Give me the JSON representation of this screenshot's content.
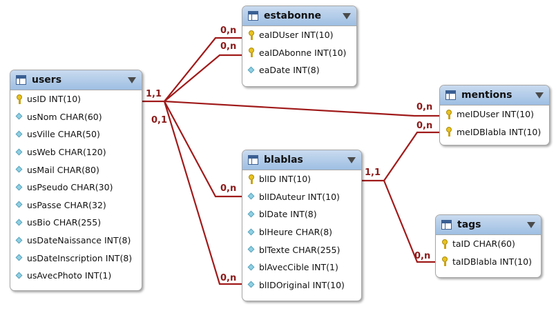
{
  "tables": {
    "users": {
      "name": "users",
      "fields": [
        {
          "text": "usID INT(10)",
          "icon": "key"
        },
        {
          "text": "usNom CHAR(60)",
          "icon": "column"
        },
        {
          "text": "usVille CHAR(50)",
          "icon": "column"
        },
        {
          "text": "usWeb CHAR(120)",
          "icon": "column"
        },
        {
          "text": "usMail CHAR(80)",
          "icon": "column"
        },
        {
          "text": "usPseudo CHAR(30)",
          "icon": "column"
        },
        {
          "text": "usPasse CHAR(32)",
          "icon": "column"
        },
        {
          "text": "usBio CHAR(255)",
          "icon": "column"
        },
        {
          "text": "usDateNaissance INT(8)",
          "icon": "column"
        },
        {
          "text": "usDateInscription INT(8)",
          "icon": "column"
        },
        {
          "text": "usAvecPhoto INT(1)",
          "icon": "column"
        }
      ]
    },
    "estabonne": {
      "name": "estabonne",
      "fields": [
        {
          "text": "eaIDUser INT(10)",
          "icon": "key"
        },
        {
          "text": "eaIDAbonne INT(10)",
          "icon": "key"
        },
        {
          "text": "eaDate INT(8)",
          "icon": "column"
        }
      ]
    },
    "blablas": {
      "name": "blablas",
      "fields": [
        {
          "text": "blID INT(10)",
          "icon": "key"
        },
        {
          "text": "blIDAuteur INT(10)",
          "icon": "column"
        },
        {
          "text": "blDate INT(8)",
          "icon": "column"
        },
        {
          "text": "blHeure CHAR(8)",
          "icon": "column"
        },
        {
          "text": "blTexte CHAR(255)",
          "icon": "column"
        },
        {
          "text": "blAvecCible INT(1)",
          "icon": "column"
        },
        {
          "text": "blIDOriginal INT(10)",
          "icon": "column"
        }
      ]
    },
    "mentions": {
      "name": "mentions",
      "fields": [
        {
          "text": "meIDUser INT(10)",
          "icon": "key"
        },
        {
          "text": "meIDBlabla INT(10)",
          "icon": "key"
        }
      ]
    },
    "tags": {
      "name": "tags",
      "fields": [
        {
          "text": "taID CHAR(60)",
          "icon": "key"
        },
        {
          "text": "taIDBlabla INT(10)",
          "icon": "key"
        }
      ]
    }
  },
  "cardinalities": {
    "users_top": "1,1",
    "users_bottom": "0,1",
    "estabonne_1": "0,n",
    "estabonne_2": "0,n",
    "mentions_1": "0,n",
    "mentions_2": "0,n",
    "blablas_1": "0,n",
    "blablas_2": "0,n",
    "blablas_out": "1,1",
    "tags_1": "0,n"
  },
  "colors": {
    "relationship_line": "#a01a1a",
    "header_top": "#c9dbef",
    "header_bottom": "#9ebfe3",
    "cardinality_text": "#8b1a1a"
  }
}
